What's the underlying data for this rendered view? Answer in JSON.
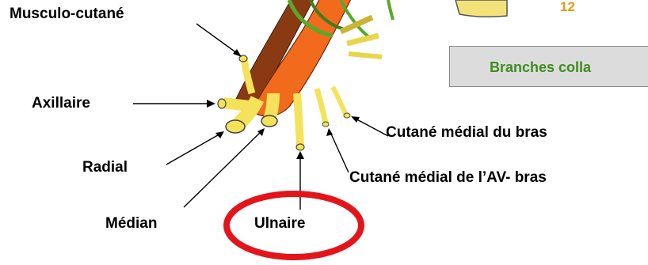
{
  "labels": {
    "musculo_cutane": "Musculo-cutané",
    "axillaire": "Axillaire",
    "radial": "Radial",
    "median": "Médian",
    "ulnaire": "Ulnaire",
    "cutane_medial_bras": "Cutané médial du bras",
    "cutane_medial_avbras": "Cutané médial de l’AV- bras"
  },
  "box": {
    "text": "Branches colla"
  },
  "number": "12",
  "colors": {
    "artery": "#f26b1d",
    "vein": "#8a3a12",
    "nerve": "#f4e25a",
    "nerve_green": "#5aa82a",
    "highlight_ring": "#e3151b",
    "box_text": "#3f8c1e",
    "number": "#e39b14"
  }
}
